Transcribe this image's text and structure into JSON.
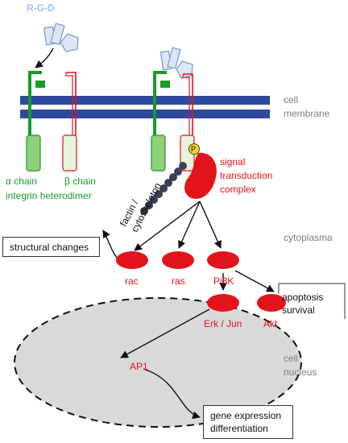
{
  "ligand": {
    "label": "R-G-D"
  },
  "membrane": {
    "line1": "cell",
    "line2": "membrane"
  },
  "integrin": {
    "alpha": "α chain",
    "beta": "β chain",
    "caption": "integrin heterodimer"
  },
  "phospho": {
    "symbol": "P"
  },
  "complex": {
    "line1": "signal",
    "line2": "transduction",
    "line3": "complex"
  },
  "factin": {
    "line1": "factin /",
    "line2": "cytoskeleton"
  },
  "structural": {
    "label": "structural changes"
  },
  "cytoplasma": {
    "label": "cytoplasma"
  },
  "nodes": {
    "rac": "rac",
    "ras": "ras",
    "pi3k": "Pi3K",
    "erk": "Erk / Jun",
    "akt": "Akt"
  },
  "apoptosis": {
    "line1": "apoptosis",
    "line2": "survival"
  },
  "nucleus": {
    "line1": "cell",
    "line2": "nucleus"
  },
  "ap1": {
    "label": "AP1"
  },
  "gene": {
    "line1": "gene expression",
    "line2": "differentiation"
  },
  "colors": {
    "membrane": "#2e4a9e",
    "green": "#1a9a2a",
    "red": "#e2141b",
    "nucleus": "#d9d9d9",
    "phospho": "#f4d21a"
  }
}
